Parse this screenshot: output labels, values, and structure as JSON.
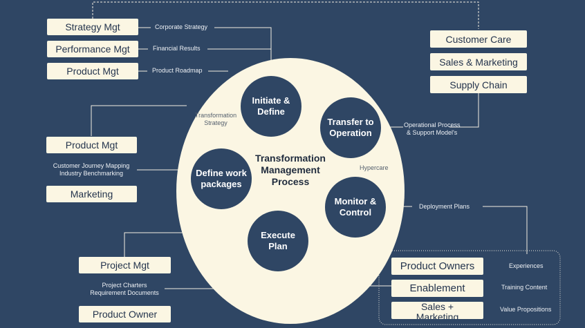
{
  "center": {
    "title_lines": [
      "Transformation",
      "Management",
      "Process"
    ]
  },
  "stages": {
    "initiate": [
      "Initiate &",
      "Define"
    ],
    "transfer": [
      "Transfer to",
      "Operation"
    ],
    "define_work": [
      "Define work",
      "packages"
    ],
    "monitor": [
      "Monitor &",
      "Control"
    ],
    "execute": [
      "Execute",
      "Plan"
    ]
  },
  "inner_labels": {
    "transformation_strategy": [
      "Transformation",
      "Strategy"
    ],
    "hypercare": "Hypercare"
  },
  "top_left_boxes": {
    "strategy_mgt": "Strategy Mgt",
    "performance_mgt": "Performance Mgt",
    "product_mgt": "Product Mgt"
  },
  "top_left_labels": {
    "corporate_strategy": "Corporate Strategy",
    "financial_results": "Financial Results",
    "product_roadmap": "Product Roadmap"
  },
  "right_boxes": {
    "customer_care": "Customer Care",
    "sales_marketing": "Sales & Marketing",
    "supply_chain": "Supply Chain"
  },
  "right_label": [
    "Operational Process",
    "& Support Model's"
  ],
  "mid_left_boxes": {
    "product_mgt": "Product Mgt",
    "marketing": "Marketing"
  },
  "mid_left_label": [
    "Customer Journey Mapping",
    "Industry Benchmarking"
  ],
  "deployment_label": "Deployment Plans",
  "bottom_left_boxes": {
    "project_mgt": "Project Mgt",
    "product_owner": "Product Owner"
  },
  "bottom_left_label": [
    "Project Charters",
    "Requirement Documents"
  ],
  "bottom_right_boxes": {
    "product_owners": "Product Owners",
    "enablement": "Enablement",
    "sales_marketing": [
      "Sales +",
      "Marketing"
    ]
  },
  "bottom_right_labels": {
    "experiences": "Experiences",
    "training_content": "Training Content",
    "value_propositions": "Value Propositions"
  },
  "colors": {
    "background": "#2f4664",
    "box": "#fbf6e3",
    "line": "#f3efe2"
  }
}
